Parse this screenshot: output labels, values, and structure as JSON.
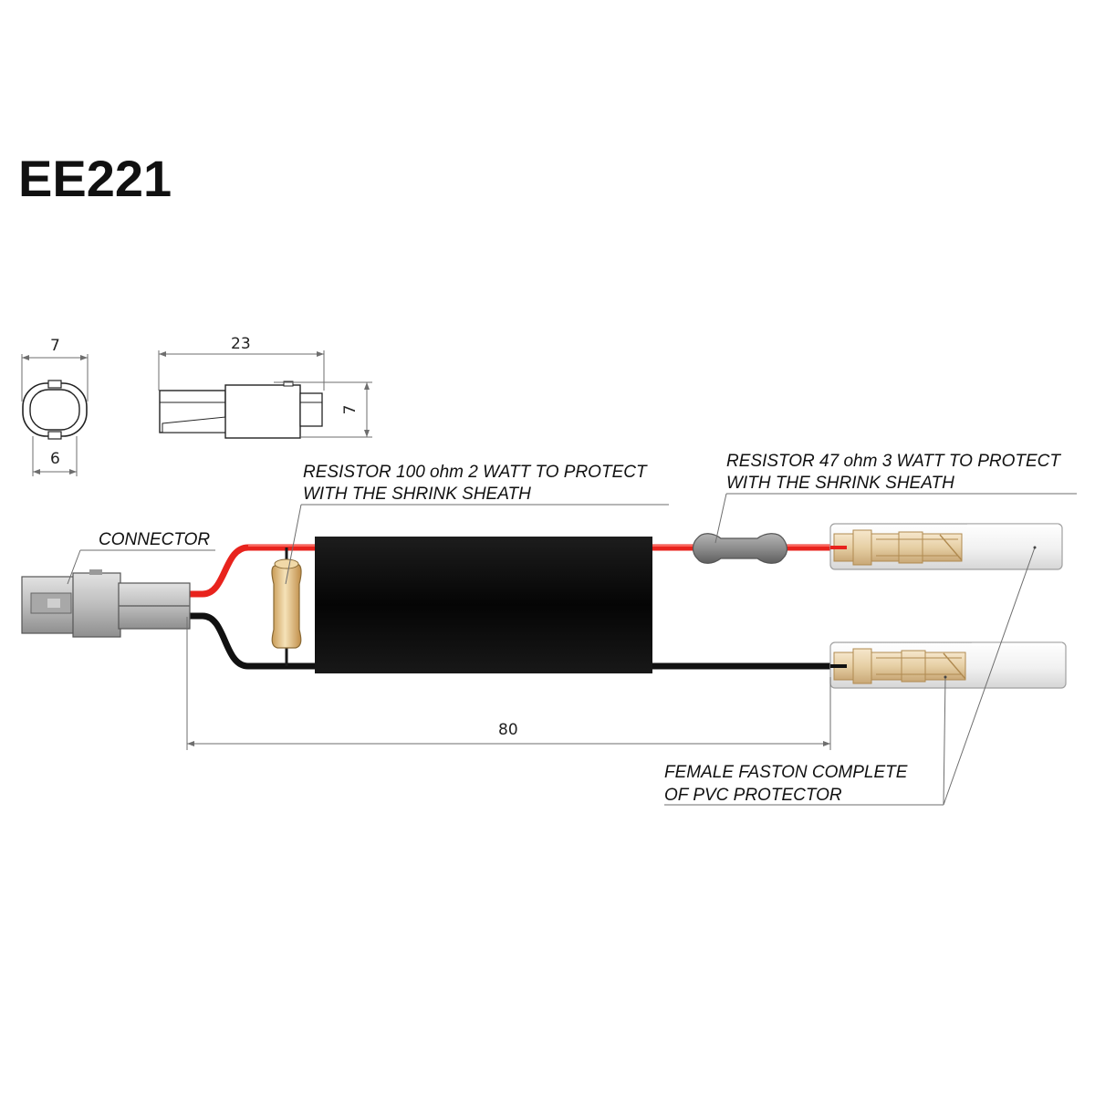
{
  "title": "EE221",
  "dimensions": {
    "front_width": "7",
    "front_inner_width": "6",
    "side_length": "23",
    "side_height": "7",
    "cable_length": "80"
  },
  "callouts": {
    "connector": "CONNECTOR",
    "resistor_100_line1": "RESISTOR 100 ohm 2 WATT TO PROTECT",
    "resistor_100_line2": "WITH THE SHRINK SHEATH",
    "resistor_47_line1": "RESISTOR 47 ohm 3 WATT TO PROTECT",
    "resistor_47_line2": "WITH THE SHRINK SHEATH",
    "faston_line1": "FEMALE FASTON COMPLETE",
    "faston_line2": "OF PVC PROTECTOR"
  },
  "colors": {
    "red_wire": "#e8231d",
    "black_wire": "#111111",
    "sheath": "#0d0d0d",
    "resistor_100": "#e8c98a",
    "resistor_47": "#8a8a8a",
    "connector_body": "#bfbfbf",
    "faston_protector": "#f2f2f2"
  }
}
